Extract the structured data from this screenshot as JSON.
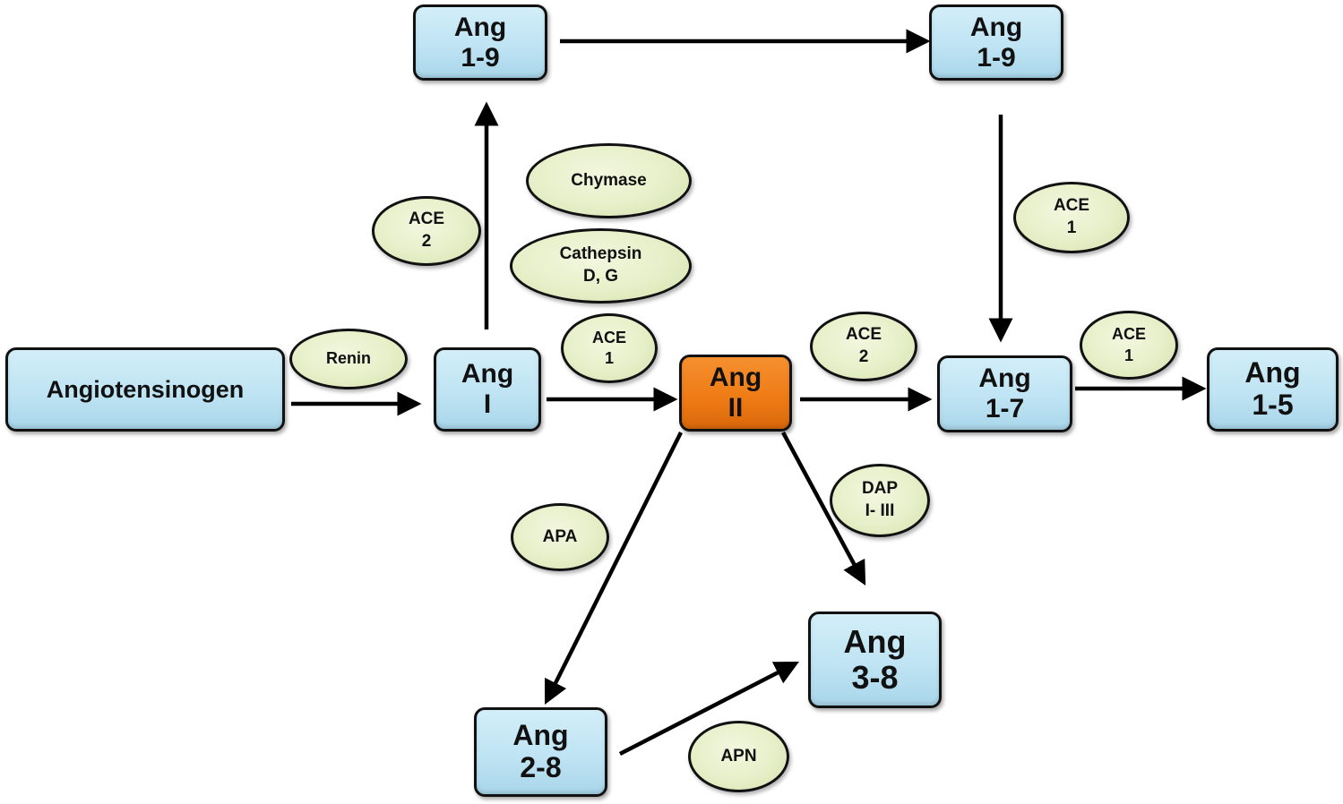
{
  "title": "Renin-angiotensin system pathway",
  "colors": {
    "peptide_box": "#bfe4f3",
    "highlight_box": "#ee7a14",
    "enzyme_ellipse": "#e6efc8",
    "outline": "#111111",
    "arrow": "#000000"
  },
  "nodes": {
    "angiotensinogen": {
      "line1": "Angiotensinogen"
    },
    "ang_i": {
      "line1": "Ang",
      "line2": "I"
    },
    "ang_ii": {
      "line1": "Ang",
      "line2": "II"
    },
    "ang_1_9_left": {
      "line1": "Ang",
      "line2": "1-9"
    },
    "ang_1_9_right": {
      "line1": "Ang",
      "line2": "1-9"
    },
    "ang_1_7": {
      "line1": "Ang",
      "line2": "1-7"
    },
    "ang_1_5": {
      "line1": "Ang",
      "line2": "1-5"
    },
    "ang_2_8": {
      "line1": "Ang",
      "line2": "2-8"
    },
    "ang_3_8": {
      "line1": "Ang",
      "line2": "3-8"
    }
  },
  "enzymes": {
    "renin": {
      "line1": "Renin"
    },
    "ace2_left": {
      "line1": "ACE",
      "line2": "2"
    },
    "chymase": {
      "line1": "Chymase"
    },
    "cathepsin": {
      "line1": "Cathepsin",
      "line2": "D, G"
    },
    "ace1_center": {
      "line1": "ACE",
      "line2": "1"
    },
    "ace2_center": {
      "line1": "ACE",
      "line2": "2"
    },
    "ace1_right_top": {
      "line1": "ACE",
      "line2": "1"
    },
    "ace1_right": {
      "line1": "ACE",
      "line2": "1"
    },
    "dap": {
      "line1": "DAP",
      "line2": "I- III"
    },
    "apa": {
      "line1": "APA"
    },
    "apn": {
      "line1": "APN"
    }
  },
  "edges": [
    {
      "from": "Angiotensinogen",
      "to": "Ang I",
      "enzyme": "Renin"
    },
    {
      "from": "Ang I",
      "to": "Ang 1-9",
      "enzyme": "ACE 2"
    },
    {
      "from": "Ang I",
      "to": "Ang II",
      "enzyme": "ACE 1 / Chymase / Cathepsin D, G"
    },
    {
      "from": "Ang 1-9",
      "to": "Ang 1-9",
      "enzyme": ""
    },
    {
      "from": "Ang 1-9",
      "to": "Ang 1-7",
      "enzyme": "ACE 1"
    },
    {
      "from": "Ang II",
      "to": "Ang 1-7",
      "enzyme": "ACE 2"
    },
    {
      "from": "Ang 1-7",
      "to": "Ang 1-5",
      "enzyme": "ACE 1"
    },
    {
      "from": "Ang II",
      "to": "Ang 3-8",
      "enzyme": "DAP I- III"
    },
    {
      "from": "Ang II",
      "to": "Ang 2-8",
      "enzyme": "APA"
    },
    {
      "from": "Ang 2-8",
      "to": "Ang 3-8",
      "enzyme": "APN"
    }
  ]
}
